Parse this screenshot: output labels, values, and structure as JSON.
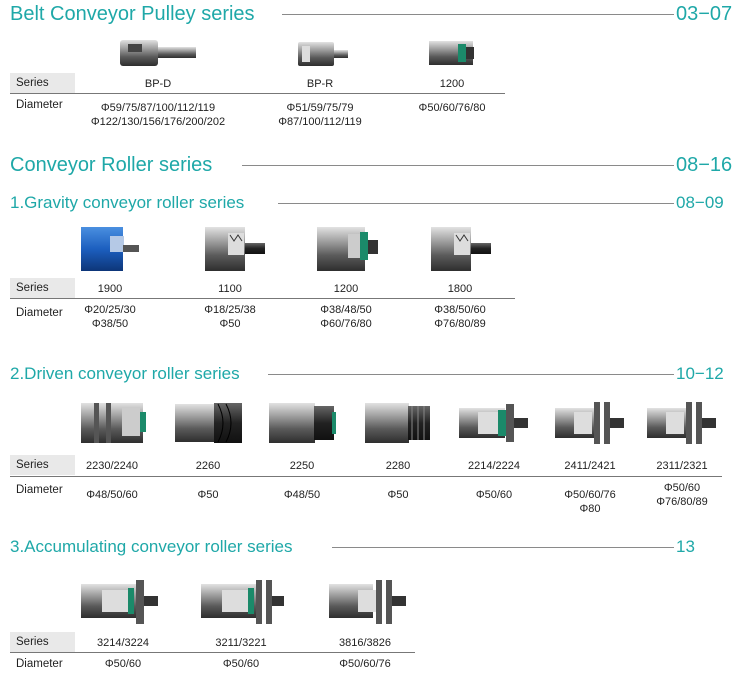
{
  "labels": {
    "series": "Series",
    "diameter": "Diameter"
  },
  "pulley": {
    "title": "Belt Conveyor Pulley series",
    "pages": "03−07",
    "items": [
      {
        "series": "BP-D",
        "diameter": [
          "Φ59/75/87/100/112/119",
          "Φ122/130/156/176/200/202"
        ],
        "icon": "pulley-shaft-icon"
      },
      {
        "series": "BP-R",
        "diameter": [
          "Φ51/59/75/79",
          "Φ87/100/112/119"
        ],
        "icon": "pulley-roller-icon"
      },
      {
        "series": "1200",
        "diameter": [
          "Φ50/60/76/80"
        ],
        "icon": "roller-bearing-icon"
      }
    ]
  },
  "roller": {
    "title": "Conveyor Roller series",
    "pages": "08−16"
  },
  "gravity": {
    "title": "1.Gravity conveyor roller series",
    "pages": "08−09",
    "items": [
      {
        "series": "1900",
        "diameter": [
          "Φ20/25/30",
          "Φ38/50"
        ],
        "icon": "blue-roller-icon"
      },
      {
        "series": "1100",
        "diameter": [
          "Φ18/25/38",
          "Φ50"
        ],
        "icon": "roller-spring-icon"
      },
      {
        "series": "1200",
        "diameter": [
          "Φ38/48/50",
          "Φ60/76/80"
        ],
        "icon": "roller-bearing-icon"
      },
      {
        "series": "1800",
        "diameter": [
          "Φ38/50/60",
          "Φ76/80/89"
        ],
        "icon": "roller-spring-icon"
      }
    ]
  },
  "driven": {
    "title": "2.Driven conveyor roller series",
    "pages": "10−12",
    "items": [
      {
        "series": "2230/2240",
        "diameter": [
          "Φ48/50/60"
        ],
        "icon": "grooved-roller-icon"
      },
      {
        "series": "2260",
        "diameter": [
          "Φ50"
        ],
        "icon": "belt-groove-roller-icon"
      },
      {
        "series": "2250",
        "diameter": [
          "Φ48/50"
        ],
        "icon": "poly-v-roller-icon"
      },
      {
        "series": "2280",
        "diameter": [
          "Φ50"
        ],
        "icon": "poly-v-roller-icon"
      },
      {
        "series": "2214/2224",
        "diameter": [
          "Φ50/60"
        ],
        "icon": "sprocket-roller-icon"
      },
      {
        "series": "2411/2421",
        "diameter": [
          "Φ50/60/76",
          "Φ80"
        ],
        "icon": "double-sprocket-roller-icon"
      },
      {
        "series": "2311/2321",
        "diameter": [
          "Φ50/60",
          "Φ76/80/89"
        ],
        "icon": "double-sprocket-roller-icon"
      }
    ]
  },
  "accumulating": {
    "title": "3.Accumulating conveyor roller series",
    "pages": "13",
    "items": [
      {
        "series": "3214/3224",
        "diameter": [
          "Φ50/60"
        ],
        "icon": "sprocket-roller-icon"
      },
      {
        "series": "3211/3221",
        "diameter": [
          "Φ50/60"
        ],
        "icon": "double-sprocket-roller-icon"
      },
      {
        "series": "3816/3826",
        "diameter": [
          "Φ50/60/76"
        ],
        "icon": "double-sprocket-roller-icon"
      }
    ]
  }
}
